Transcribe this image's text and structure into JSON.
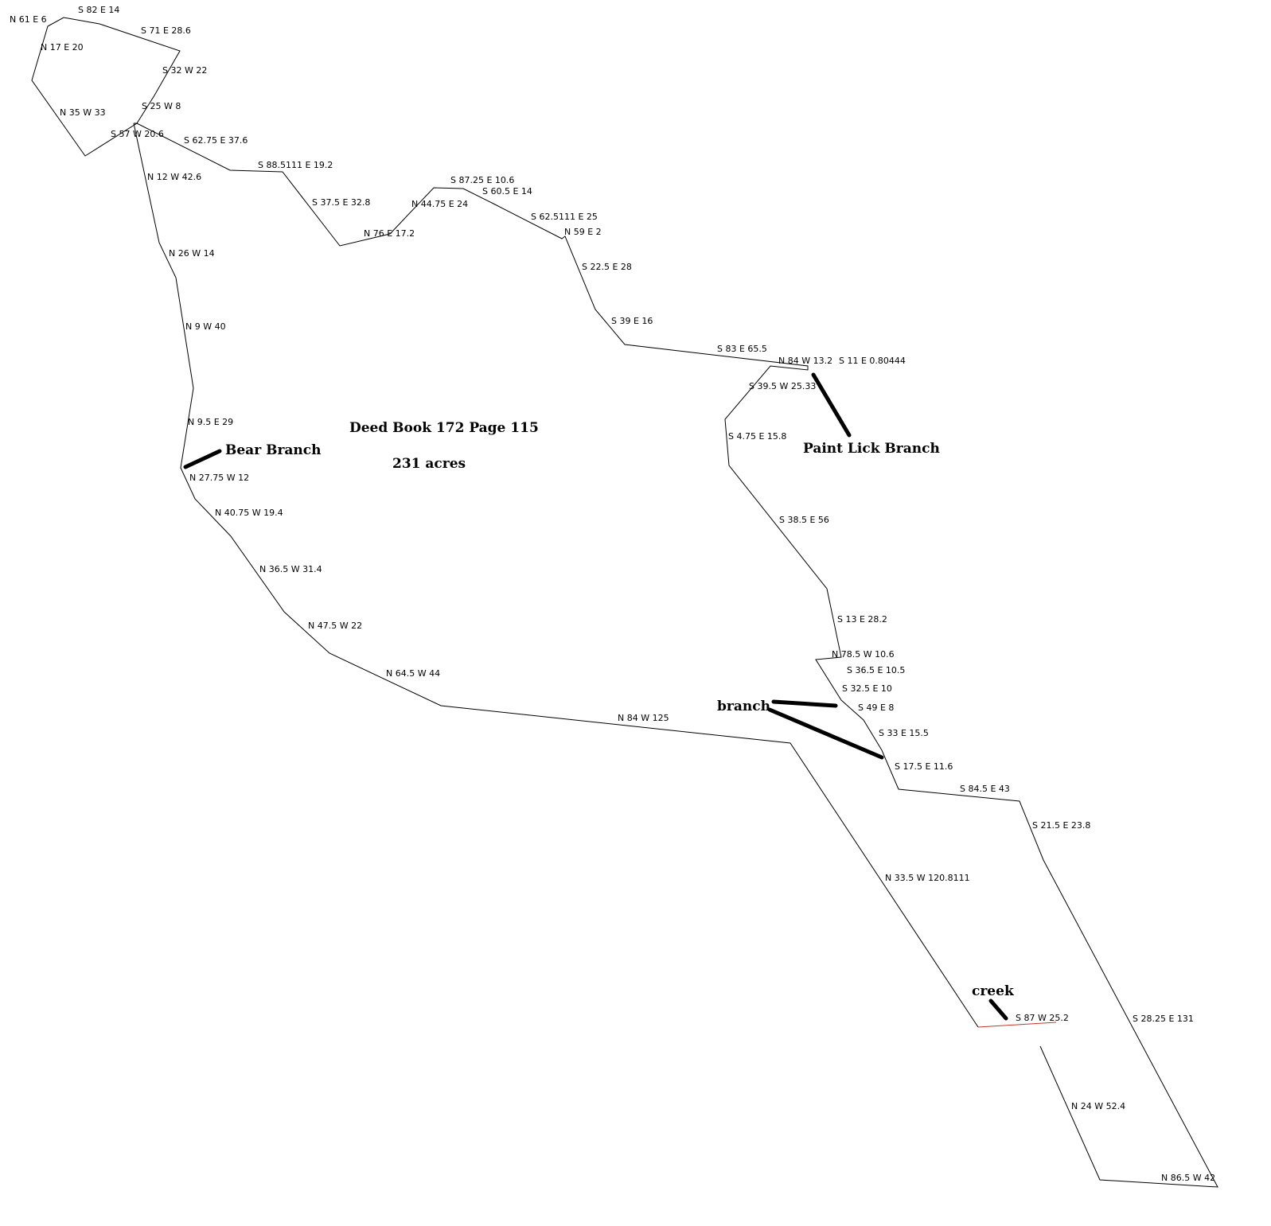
{
  "title": "Deed Book 172 Page 115",
  "acreage": "231 acres",
  "features": {
    "bear_branch": "Bear Branch",
    "paint_lick_branch": "Paint Lick Branch",
    "branch": "branch",
    "creek": "creek"
  },
  "colors": {
    "boundary": "#000000",
    "creek_line": "#c0392b"
  },
  "segments": [
    "N 61 E 6",
    "S 82 E 14",
    "S 71 E 28.6",
    "N 17 E 20",
    "S 32 W 22",
    "N 35 W 33",
    "S 25 W 8",
    "S 57 W 20.6",
    "S 62.75 E 37.6",
    "N 12 W 42.6",
    "S 88.5111 E 19.2",
    "S 37.5 E 32.8",
    "N 76 E 17.2",
    "N 44.75 E 24",
    "S 87.25 E 10.6",
    "S 60.5 E 14",
    "S 62.5111 E 25",
    "N 59 E 2",
    "N 26 W 14",
    "S 22.5 E 28",
    "S 39 E 16",
    "N 9 W 40",
    "S 83 E 65.5",
    "N 84 W 13.2",
    "S 11 E 0.80444",
    "S 39.5 W 25.33",
    "N 9.5 E 29",
    "S 4.75 E 15.8",
    "N 27.75 W 12",
    "N 40.75 W 19.4",
    "S 38.5 E 56",
    "N 36.5 W 31.4",
    "S 13 E 28.2",
    "N 47.5 W 22",
    "N 78.5 W 10.6",
    "S 36.5 E 10.5",
    "N 64.5 W 44",
    "S 32.5 E 10",
    "S 49 E 8",
    "N 84 W 125",
    "S 33 E 15.5",
    "S 17.5 E 11.6",
    "S 84.5 E 43",
    "S 21.5 E 23.8",
    "N 33.5 W 120.8111",
    "S 87 W 25.2",
    "S 28.25 E 131",
    "N 24 W 52.4",
    "N 86.5 W 42"
  ]
}
